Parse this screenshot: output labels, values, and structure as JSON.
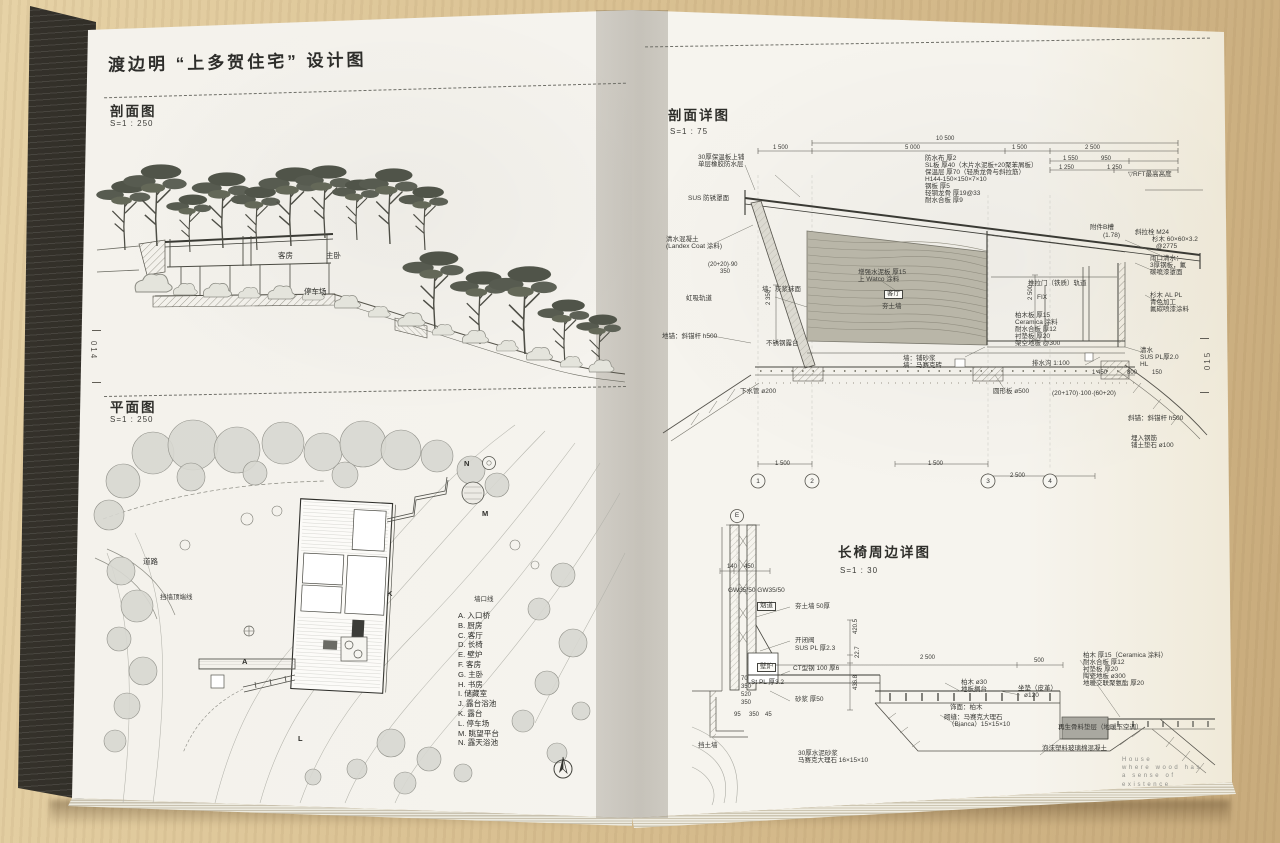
{
  "book": {
    "left_page_number": "014",
    "right_page_number": "015"
  },
  "left_page": {
    "title": "渡边明 “上多贺住宅” 设计图",
    "section_view": {
      "heading": "剖面图",
      "scale": "S=1 : 250",
      "labels": {
        "guest_room": "客房",
        "master_bedroom": "主卧",
        "parking": "停车场"
      }
    },
    "plan_view": {
      "heading": "平面图",
      "scale": "S=1 : 250",
      "labels": {
        "road": "道路",
        "retaining_wall_top": "挡墙顶端线",
        "wall_line": "墙口线"
      },
      "marks": {
        "a": "A",
        "k": "K",
        "l": "L",
        "m": "M",
        "n": "N"
      },
      "legend": [
        "A. 入口桥",
        "B. 厨房",
        "C. 客厅",
        "D. 长椅",
        "E. 壁炉",
        "F. 客房",
        "G. 主卧",
        "H. 书房",
        "I. 储藏室",
        "J. 露台浴池",
        "K. 露台",
        "L. 停车场",
        "M. 眺望平台",
        "N. 露天浴池"
      ]
    }
  },
  "right_page": {
    "detail_section": {
      "heading": "剖面详图",
      "scale": "S=1 : 75",
      "rft_mark": "▽RFT最高高度",
      "room_label": "客厅",
      "dims_top": {
        "overall": "10 500",
        "d1": "1 500",
        "d2": "5 000",
        "d3": "1 500",
        "d4": "2 500",
        "d5": "1 550",
        "d6": "950",
        "d7": "1 250",
        "d8": "1 250"
      },
      "dims_bottom": {
        "b1": "1 500",
        "b2": "1 500",
        "b3": "2 500"
      },
      "dims_vertical": {
        "v1": "2 350",
        "v2": "2 500"
      },
      "grid_bubbles": {
        "g1": "1",
        "g2": "2",
        "g3": "3",
        "g4": "4"
      },
      "notes": [
        "30厚保温板上铺",
        "单层橡胶防水层",
        "SUS 防锈罩面",
        "清水混凝土",
        "(Landex Coat 涂料)",
        "虹吸轨道",
        "地锚：斜锚杆 h500",
        "墙：灰浆抹面",
        "增强水泥板 厚15",
        "上 Watco 涂料",
        "夯土墙",
        "墙：铺砂浆",
        "墙：马赛克砖",
        "防水布 厚2",
        "SL板 厚40（木片水泥板+20聚苯屑板）",
        "保温层 厚70（轻质龙骨与斜拉筋）",
        "H144-150×150×7×10",
        "钢板 厚5",
        "轻钢龙骨 厚19@33",
        "耐水合板 厚9",
        "附件B槽",
        "(1.78)",
        "斜拉栓 M24",
        "杉木 60×60×3.2",
        "@2775",
        "雨口清水：",
        "3厚钢板，氟",
        "碳喷漆罩面",
        "杉木 AL PL",
        "青色加工",
        "氟碳喷漆涂料",
        "推拉门（铁质）轨道",
        "FIX",
        "柏木板 厚15",
        "Ceramica 涂料",
        "耐水合板 厚12",
        "衬垫板 厚20",
        "架空地板 @300",
        "不锈钢露台",
        "清水",
        "SUS PL厚2.0",
        "HL",
        "1 450",
        "800",
        "150",
        "排水沟 1:100",
        "圆形板 ø500",
        "(20+170)·100·(60+20)",
        "下水管 ø200",
        "斜锚：斜锚杆 h500",
        "埋入钢筋",
        "铺土垫石 ø100",
        "(20+20)·90",
        "350"
      ]
    },
    "bench_detail": {
      "heading": "长椅周边详图",
      "scale": "S=1 : 30",
      "grid_mark": "E",
      "flue_label": "烟道",
      "fireplace_label": "壁炉",
      "dims": {
        "w1": "2 500",
        "w2": "500",
        "t1": "140",
        "t2": "450",
        "l1": "70",
        "l2": "350",
        "l3": "520",
        "l4": "350",
        "b1": "95",
        "b2": "350",
        "b3": "45",
        "r1": "420.5",
        "r2": "22.7",
        "r3": "436.8"
      },
      "notes": [
        "GW35/50 GW35/50",
        "夯土墙 50厚",
        "开闭阀",
        "SUS PL 厚2.3",
        "CT型钢 100 厚6",
        "St PL 厚3.2",
        "砂浆 厚50",
        "柏木 ø30",
        "地板搁台",
        "坐垫（皮革）",
        "ø120",
        "饰面：柏木",
        "砌缝：马赛克大理石",
        "（Bianca）15×15×10",
        "柏木 厚15（Ceramica 涂料）",
        "耐水合板 厚12",
        "衬垫板 厚20",
        "陶瓷地板 ø300",
        "地暖交联聚氨酯 厚20",
        "再生骨料垫层（地暖下空调）",
        "30厚水泥砂浆",
        "马赛克大理石 16×15×10",
        "泡沫塑料玻璃棉混凝土",
        "挡土墙"
      ]
    },
    "caption_en": {
      "l1": "House",
      "l2": "where wood has",
      "l3": "a sense of",
      "l4": "existence"
    }
  }
}
